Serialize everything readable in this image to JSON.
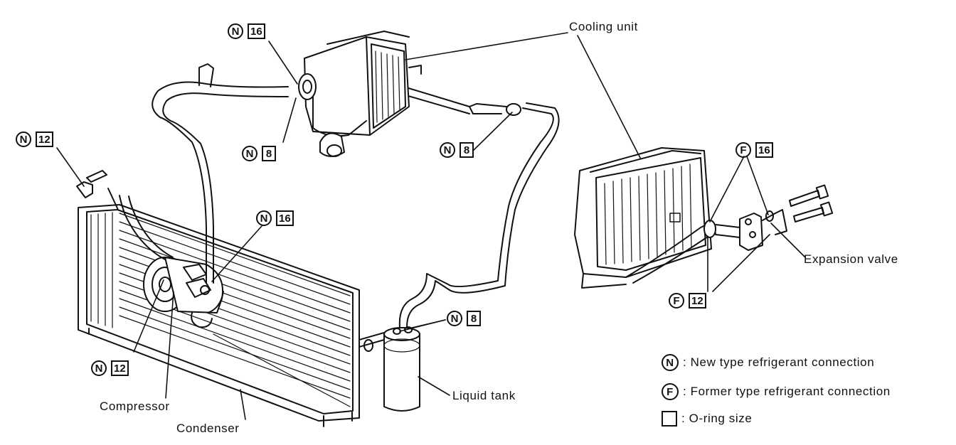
{
  "labels": {
    "cooling_unit": "Cooling unit",
    "expansion_valve": "Expansion valve",
    "liquid_tank": "Liquid tank",
    "compressor": "Compressor",
    "condenser": "Condenser"
  },
  "callouts": [
    {
      "type": "N",
      "size": "16"
    },
    {
      "type": "N",
      "size": "8"
    },
    {
      "type": "N",
      "size": "8"
    },
    {
      "type": "N",
      "size": "12"
    },
    {
      "type": "N",
      "size": "16"
    },
    {
      "type": "N",
      "size": "12"
    },
    {
      "type": "N",
      "size": "8"
    },
    {
      "type": "F",
      "size": "16"
    },
    {
      "type": "F",
      "size": "12"
    }
  ],
  "legend": {
    "new_symbol": "N",
    "new_text": ": New type refrigerant connection",
    "former_symbol": "F",
    "former_text": ": Former type refrigerant connection",
    "oring_text": ": O-ring size"
  }
}
